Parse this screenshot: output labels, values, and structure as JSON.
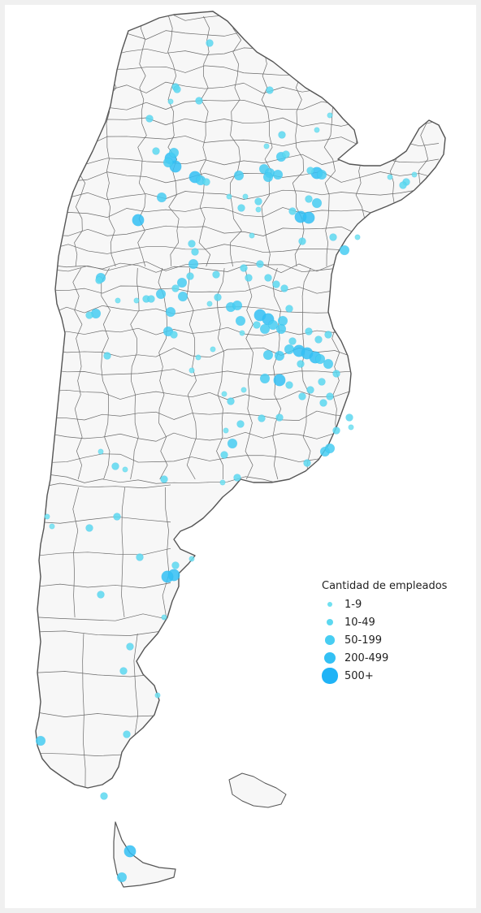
{
  "legend": {
    "title": "Cantidad de empleados",
    "items": [
      {
        "label": "1-9",
        "level": 1,
        "color": "#6fe0f0"
      },
      {
        "label": "10-49",
        "level": 2,
        "color": "#5cd8f0"
      },
      {
        "label": "50-199",
        "level": 3,
        "color": "#47cdf2"
      },
      {
        "label": "200-499",
        "level": 4,
        "color": "#33c0f4"
      },
      {
        "label": "500+",
        "level": 5,
        "color": "#1fb3f6"
      }
    ]
  },
  "colors": {
    "background": "#f0f0f0",
    "land": "#f7f7f7",
    "border": "#555555",
    "inner_border": "#6a6a6a"
  }
}
